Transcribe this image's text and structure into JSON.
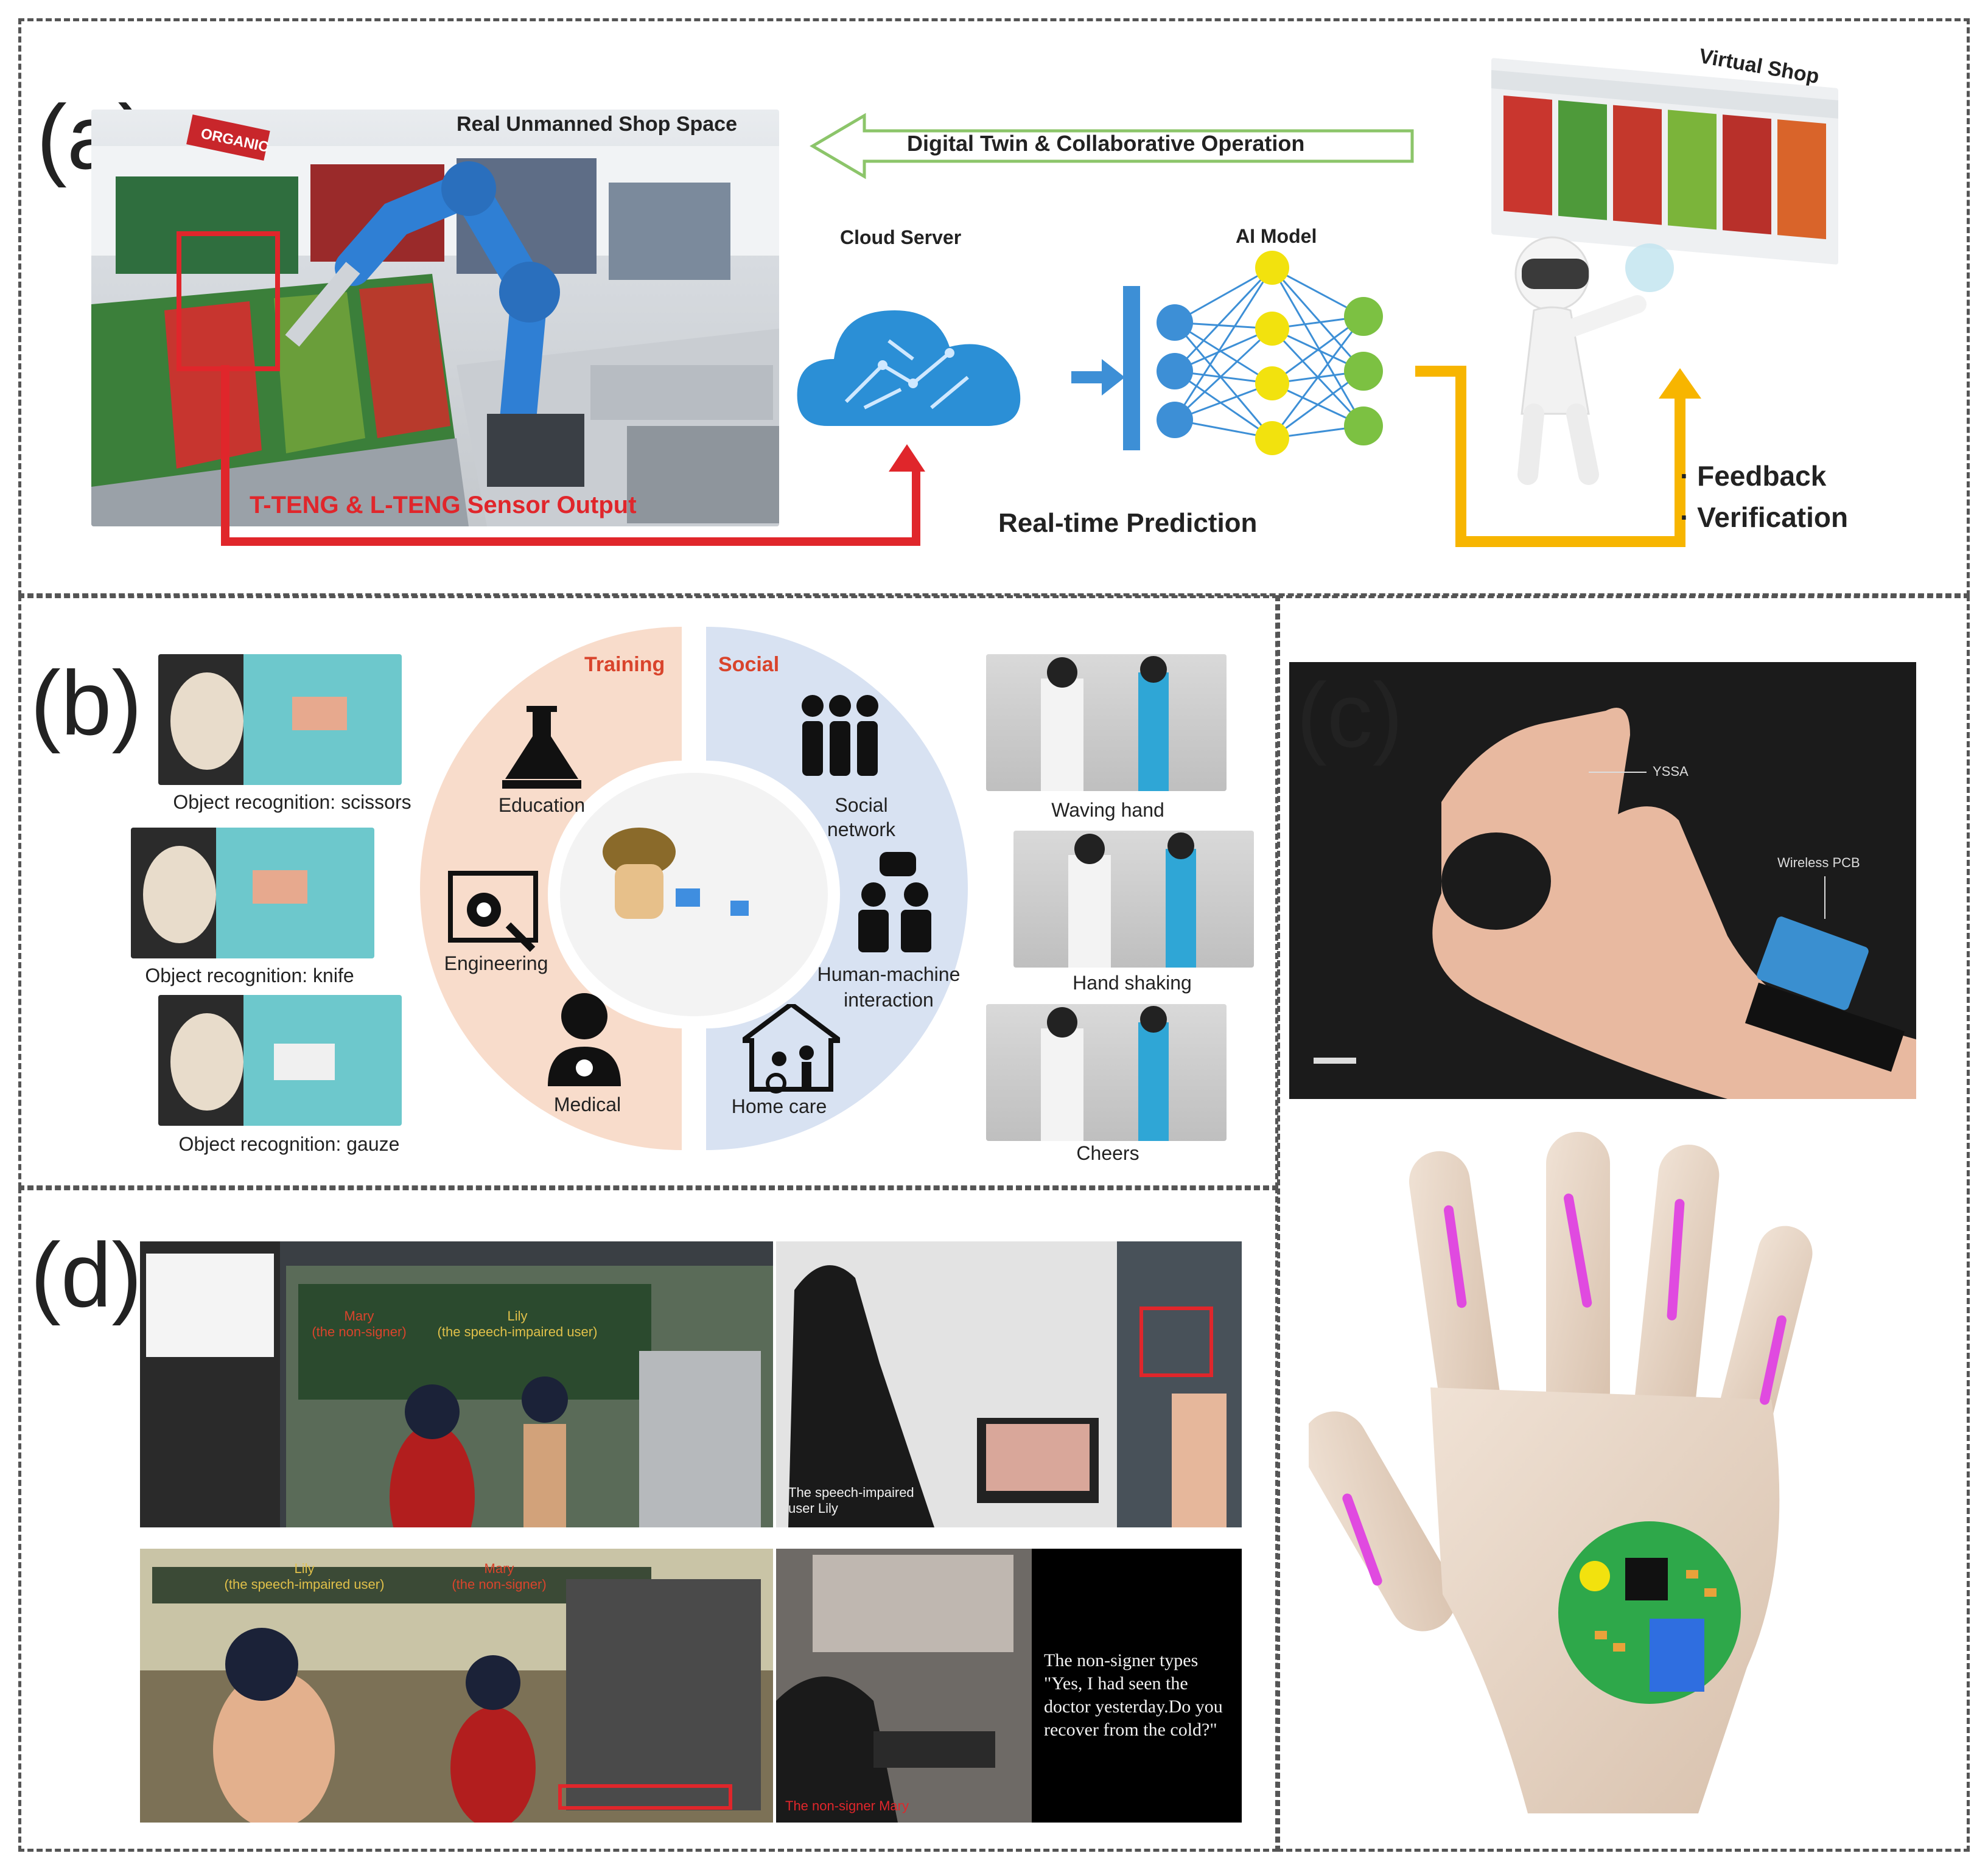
{
  "panel_a": {
    "letter": "(a)",
    "shop_space_label": "Real Unmanned Shop Space",
    "digital_twin_label": "Digital Twin & Collaborative Operation",
    "virtual_shop_label": "Virtual Shop",
    "cloud_server_label": "Cloud Server",
    "ai_model_label": "AI Model",
    "sensor_output_label": "T-TENG & L-TENG Sensor Output",
    "realtime_label": "Real-time Prediction",
    "feedback_label": "· Feedback",
    "verification_label": "· Verification",
    "shop_sign": "ORGANIC"
  },
  "panel_b": {
    "letter": "(b)",
    "left_captions": [
      "Object recognition:  scissors",
      "Object recognition:  knife",
      "Object recognition:  gauze"
    ],
    "training_label": "Training",
    "social_label": "Social",
    "education_label": "Education",
    "engineering_label": "Engineering",
    "medical_label": "Medical",
    "social_network_label": "Social network",
    "hmi_label": "Human-machine interaction",
    "home_care_label": "Home care",
    "right_captions": [
      "Waving hand",
      "Hand shaking",
      "Cheers"
    ],
    "colors": {
      "training_sector": "#f8dccb",
      "social_sector": "#d8e2f2",
      "training_text": "#d9442c",
      "social_text": "#d9442c"
    }
  },
  "panel_c": {
    "letter": "(c)",
    "yssa_label": "YSSA",
    "pcb_label": "Wireless PCB"
  },
  "panel_d": {
    "letter": "(d)",
    "mary_label": "Mary",
    "mary_sub": "(the non-signer)",
    "lily_label": "Lily",
    "lily_sub": "(the speech-impaired user)",
    "lily_photo_caption_1": "The speech-impaired",
    "lily_photo_caption_2": "user Lily",
    "nonsigner_caption": "The non-signer Mary",
    "quote_text": "The non-signer types \"Yes, I had seen the doctor yesterday.Do you recover from the cold?\""
  },
  "colors": {
    "arrow_red": "#e0262b",
    "arrow_yellow": "#f7b500",
    "arrow_green_outline": "#8cc56a",
    "nn_blue": "#3d8fd6",
    "nn_yellow": "#f2e20e",
    "nn_green": "#7cc142",
    "glove_magenta": "#e04ae0",
    "pcb_green": "#2ea84a"
  }
}
